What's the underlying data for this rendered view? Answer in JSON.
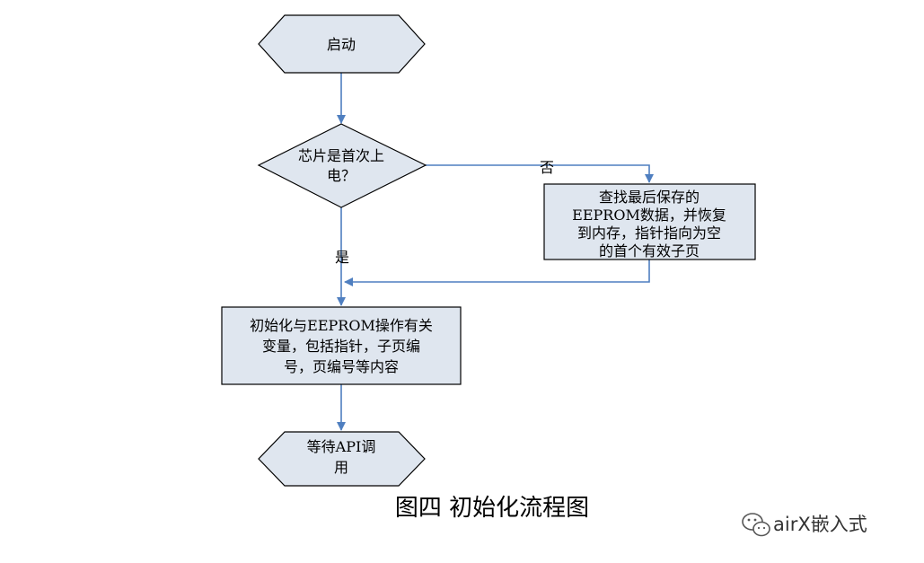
{
  "colors": {
    "hexagon_fill": "#dfe6ef",
    "diamond_fill": "#dfe6ef",
    "process_fill": "#dfe6ef",
    "arrow": "#4f7fc0"
  },
  "nodes": {
    "start": {
      "lines": [
        "启动"
      ]
    },
    "decision": {
      "lines": [
        "芯片是首次上",
        "电？"
      ]
    },
    "restore": {
      "lines": [
        "查找最后保存的",
        "EEPROM数据，并恢复",
        "到内存，指针指向为空",
        "的首个有效子页"
      ]
    },
    "init": {
      "lines": [
        "初始化与EEPROM操作有关",
        "变量，包括指针，子页编",
        "号，页编号等内容"
      ]
    },
    "end": {
      "lines": [
        "等待API调",
        "用"
      ]
    }
  },
  "edges": {
    "no_label": "否",
    "yes_label": "是"
  },
  "caption": "图四 初始化流程图",
  "watermark": {
    "icon": "wechat-icon",
    "text": "airX嵌入式"
  }
}
